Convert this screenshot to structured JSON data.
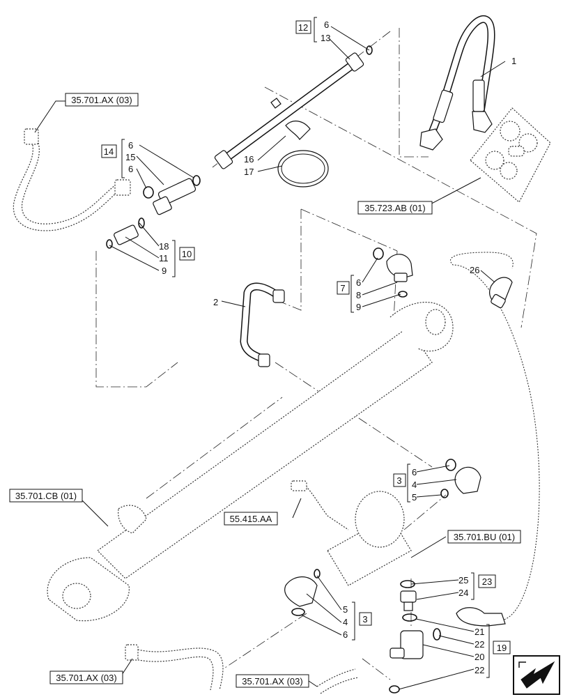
{
  "diagram": {
    "references": {
      "ax_top": "35.701.AX (03)",
      "ab": "35.723.AB (01)",
      "cb": "35.701.CB (01)",
      "aa": "55.415.AA",
      "bu": "35.701.BU (01)",
      "ax_bl": "35.701.AX (03)",
      "ax_bc": "35.701.AX (03)"
    },
    "groups": {
      "g12": "12",
      "g14": "14",
      "g10": "10",
      "g7": "7",
      "g3a": "3",
      "g3b": "3",
      "g23": "23",
      "g19": "19"
    },
    "items": {
      "i1": "1",
      "i2": "2",
      "i26": "26",
      "i16": "16",
      "i17": "17",
      "g12_a": "6",
      "g12_b": "13",
      "g14_a": "6",
      "g14_b": "15",
      "g14_c": "6",
      "g10_a": "18",
      "g10_b": "11",
      "g10_c": "9",
      "g7_a": "6",
      "g7_b": "8",
      "g7_c": "9",
      "g3a_a": "6",
      "g3a_b": "4",
      "g3a_c": "5",
      "g3b_a": "5",
      "g3b_b": "4",
      "g3b_c": "6",
      "g23_a": "25",
      "g23_b": "24",
      "g19_a": "21",
      "g19_b": "22",
      "g19_c": "20",
      "g19_d": "22"
    }
  }
}
